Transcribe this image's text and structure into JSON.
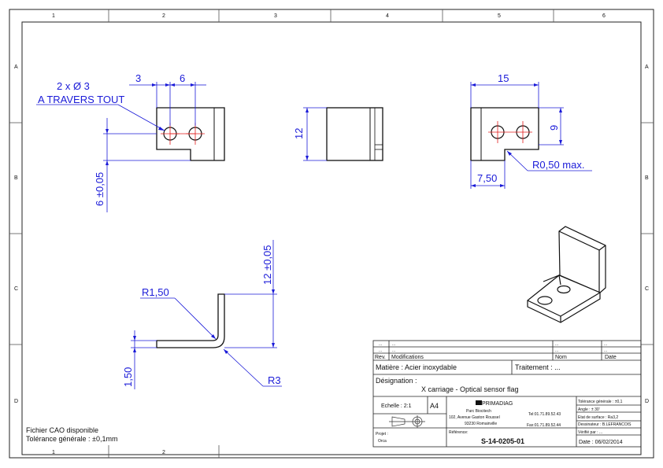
{
  "frame": {
    "columns": [
      "1",
      "2",
      "3",
      "4",
      "5",
      "6"
    ],
    "bottom_columns": [
      "1",
      "2"
    ],
    "rows": [
      "A",
      "B",
      "C",
      "D"
    ]
  },
  "dimensions": {
    "front_3": "3",
    "front_6": "6",
    "front_holes": "2 x Ø 3",
    "front_through": "A TRAVERS TOUT",
    "front_tol": "6 ±0,05",
    "side_12": "12",
    "right_15": "15",
    "right_9": "9",
    "right_750": "7,50",
    "right_r": "R0,50 max.",
    "bottom_r150": "R1,50",
    "bottom_12tol": "12 ±0,05",
    "bottom_150": "1,50",
    "bottom_r3": "R3"
  },
  "notes": {
    "cao": "Fichier CAO disponible",
    "tolerance": "Tolérance générale : ±0,1mm"
  },
  "title_block": {
    "rev_rows": [
      {
        "rev": "...",
        "mod": "...",
        "nom": "...",
        "date": "..."
      },
      {
        "rev": "...",
        "mod": "...",
        "nom": "...",
        "date": "..."
      }
    ],
    "rev_header": "Rev.",
    "mod_header": "Modifications",
    "nom_header": "Nom",
    "date_header": "Date",
    "matiere": "Matière : Acier inoxydable",
    "traitement": "Traitement : ...",
    "designation_label": "Désignation :",
    "designation": "X carriage - Optical sensor flag",
    "echelle": "Echelle : 2:1",
    "format": "A4",
    "company": "PRIMADIAG",
    "addr1": "Parc Biocitech",
    "addr2": "102, Avenue Gaston Roussel",
    "addr3": "93230 Romainville",
    "tel": "Tel:01.71.89.52.43",
    "fax": "Fax:01.71.89.52.44",
    "tol_gen": "Tolérance générale : ±0,1",
    "angle": "Angle : ± 30'",
    "etat": "Etat de surface : Ra3,2",
    "dessinateur": "Dessinateur : B.LEFRANCOIS",
    "verifie": "Vérifié par : ...",
    "projet_label": "Projet :",
    "projet": "Orca",
    "reference_label": "Référence:",
    "reference": "S-14-0205-01",
    "date": "Date : 06/02/2014"
  }
}
